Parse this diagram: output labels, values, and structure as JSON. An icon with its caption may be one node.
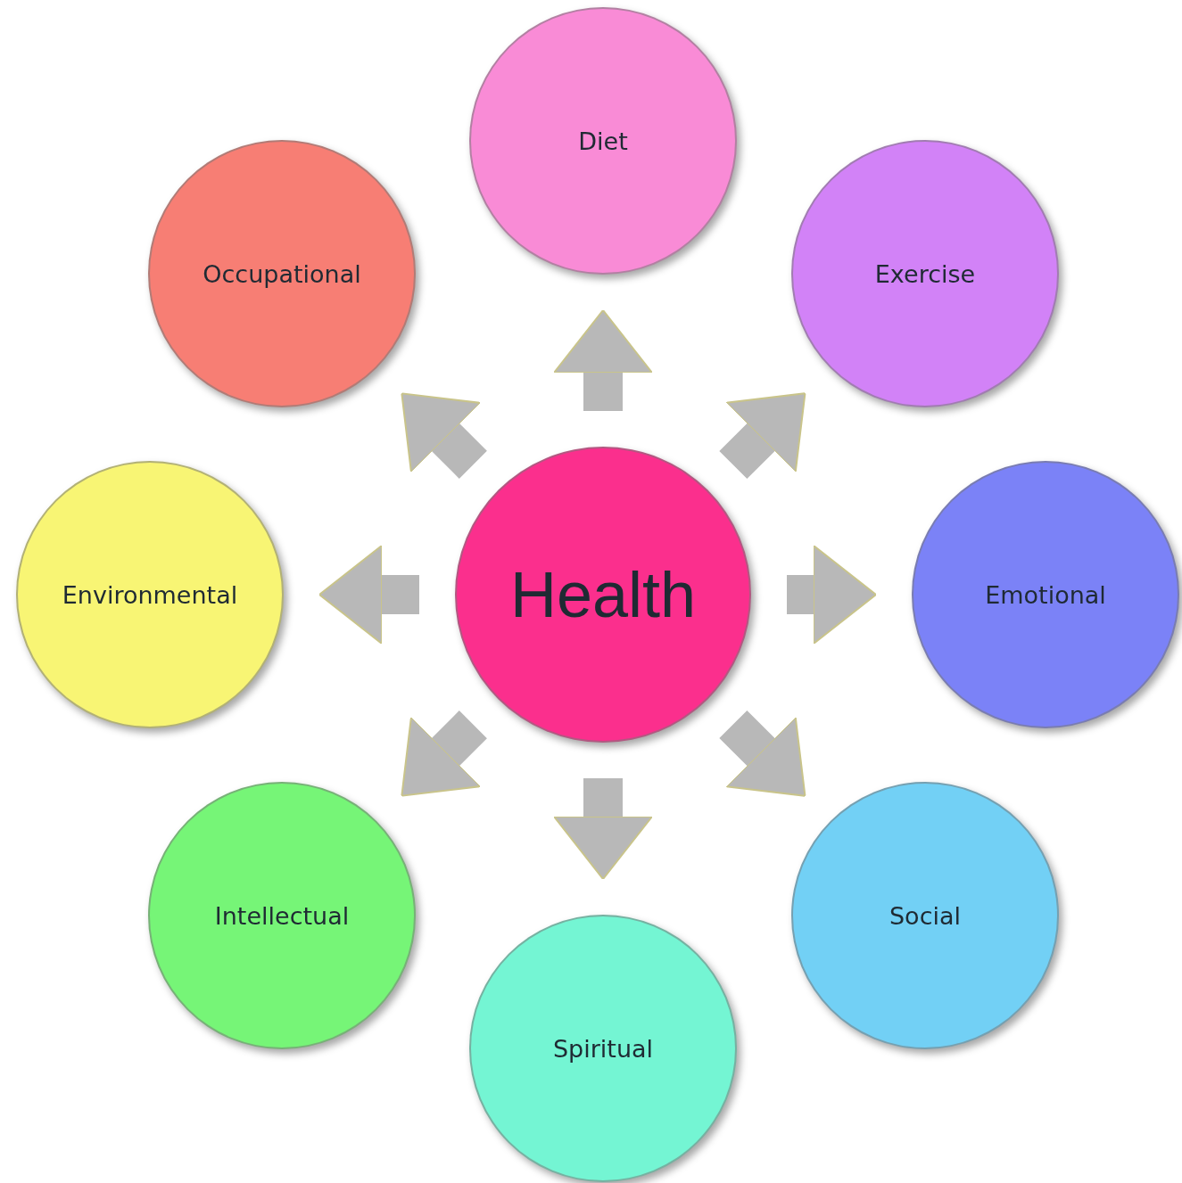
{
  "diagram": {
    "nodes": [
      {
        "text": [
          "Health"
        ]
      },
      {
        "text": [
          "Diet"
        ]
      },
      {
        "text": [
          "Exercise"
        ]
      },
      {
        "text": [
          "Emotional"
        ]
      },
      {
        "text": [
          "Social"
        ]
      },
      {
        "text": [
          "Spiritual"
        ]
      },
      {
        "text": [
          "Intellectual"
        ]
      },
      {
        "text": [
          "Environmental"
        ]
      },
      {
        "text": [
          "Occupational"
        ]
      }
    ],
    "edges": [
      {
        "from": 0,
        "to": 1,
        "arrow": "to"
      },
      {
        "from": 0,
        "to": 2,
        "arrow": "to"
      },
      {
        "from": 0,
        "to": 3,
        "arrow": "to"
      },
      {
        "from": 0,
        "to": 4,
        "arrow": "to"
      },
      {
        "from": 0,
        "to": 5,
        "arrow": "to"
      },
      {
        "from": 0,
        "to": 6,
        "arrow": "to"
      },
      {
        "from": 0,
        "to": 7,
        "arrow": "to"
      },
      {
        "from": 0,
        "to": 8,
        "arrow": "to"
      }
    ]
  }
}
